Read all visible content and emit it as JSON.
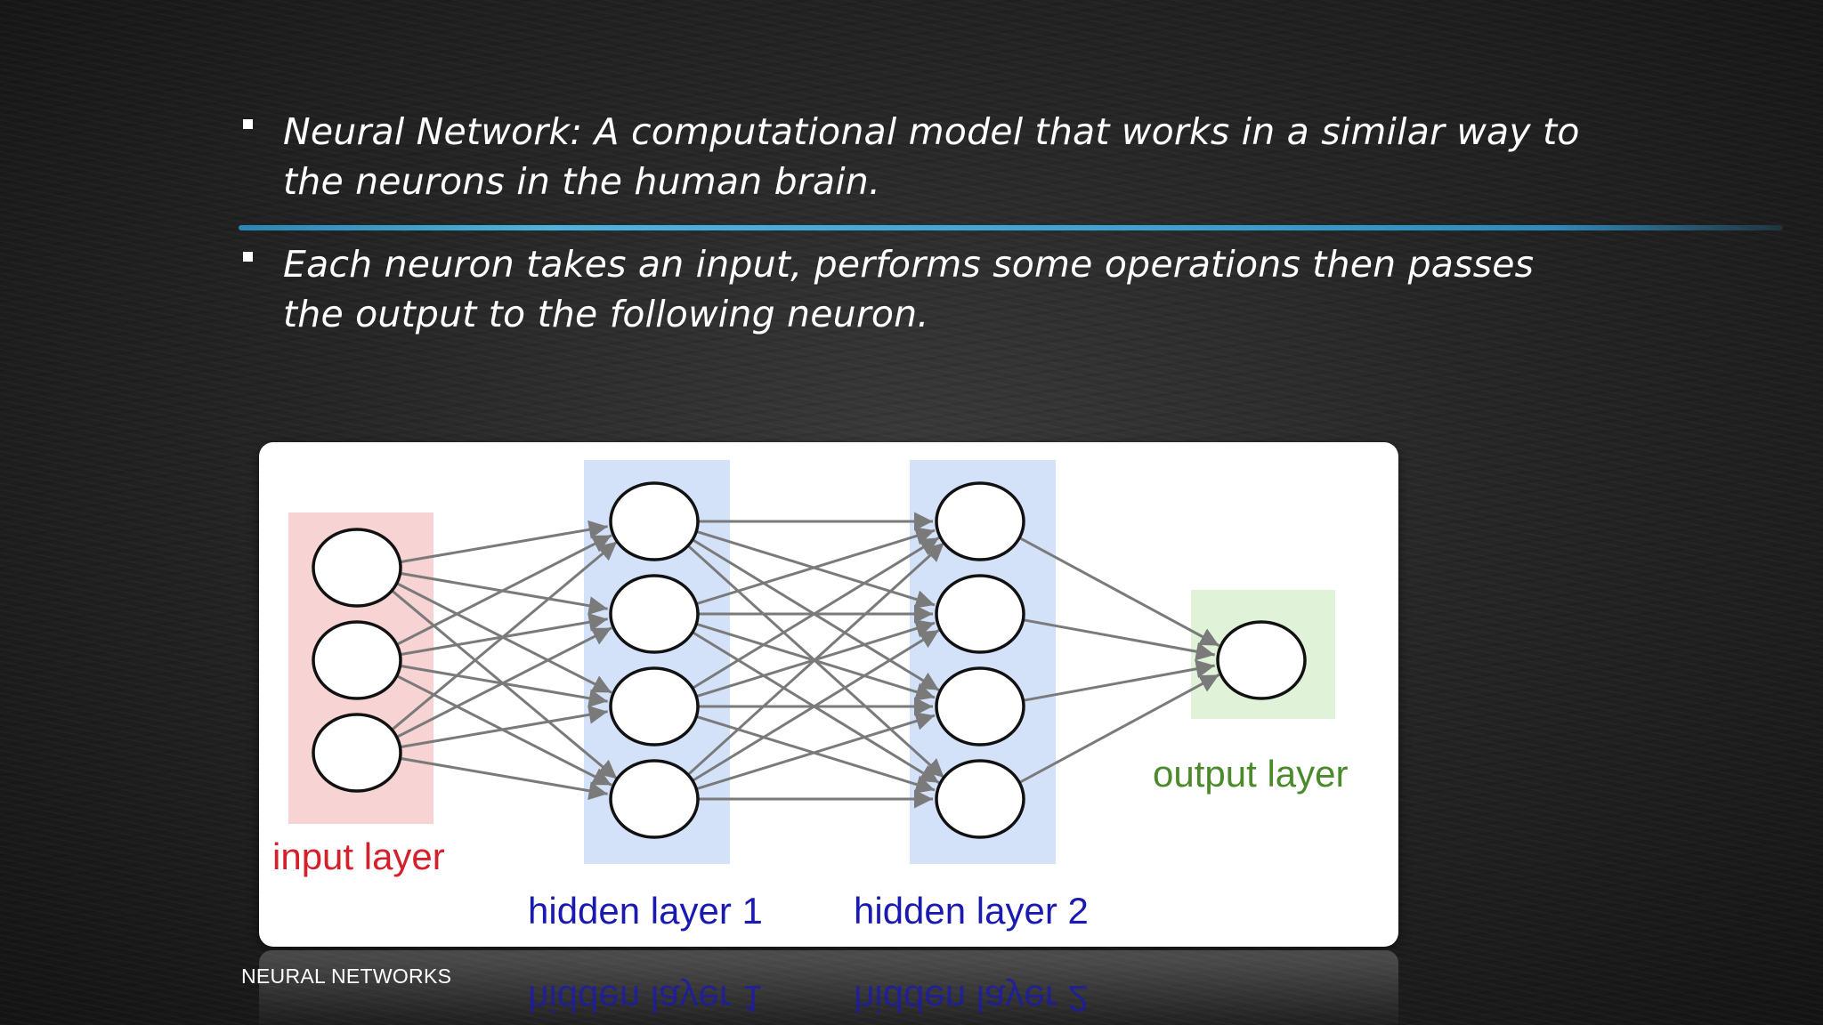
{
  "slide": {
    "bullets": [
      {
        "text": "Neural Network: A computational model that works in a similar way to the neurons in the human brain."
      },
      {
        "text": " Each neuron takes an input, performs some operations then passes the output to the following neuron."
      }
    ],
    "footer": "NEURAL NETWORKS"
  },
  "diagram": {
    "layers": [
      {
        "label": "input layer",
        "nodes": 3,
        "label_color": "#d4202a",
        "band_color": "#f8d3d4"
      },
      {
        "label": "hidden layer 1",
        "nodes": 4,
        "label_color": "#1a1ab0",
        "band_color": "#d3e2f9"
      },
      {
        "label": "hidden layer 2",
        "nodes": 4,
        "label_color": "#1a1ab0",
        "band_color": "#d3e2f9"
      },
      {
        "label": "output layer",
        "nodes": 1,
        "label_color": "#4a8a2a",
        "band_color": "#e0f2d8"
      }
    ],
    "edge_color": "#7a7a7a",
    "accent_rule_color": "#3aa3d3"
  }
}
